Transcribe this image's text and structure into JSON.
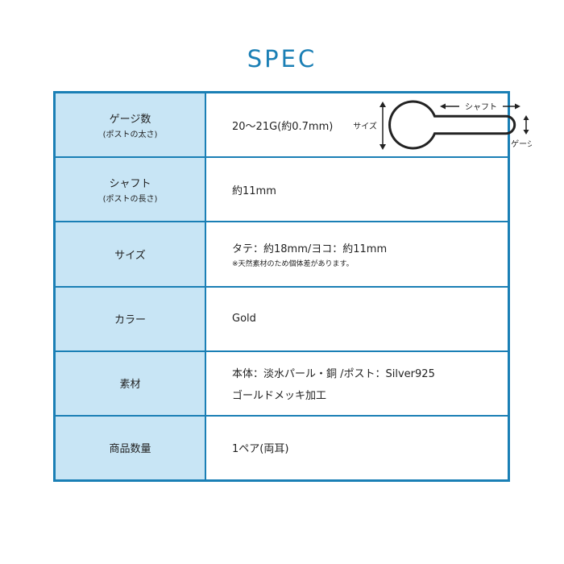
{
  "title": "SPEC",
  "rows": [
    {
      "label": "ゲージ数",
      "sublabel": "(ポストの太さ)",
      "value": "20〜21G(約0.7mm)"
    },
    {
      "label": "シャフト",
      "sublabel": "(ポストの長さ)",
      "value": "約11mm"
    },
    {
      "label": "サイズ",
      "value": "タテ：約18mm/ヨコ：約11mm",
      "note": "※天然素材のため個体差があります。"
    },
    {
      "label": "カラー",
      "value": "Gold"
    },
    {
      "label": "素材",
      "value": "本体：淡水パール・銅 /ポスト：Silver925",
      "value2": "ゴールドメッキ加工"
    },
    {
      "label": "商品数量",
      "value": "1ペア(両耳)"
    }
  ],
  "diagram": {
    "size_label": "サイズ",
    "shaft_label": "シャフト",
    "gauge_label": "ゲージ数"
  },
  "colors": {
    "accent": "#1a7fb5",
    "label_bg": "#c8e5f5"
  }
}
